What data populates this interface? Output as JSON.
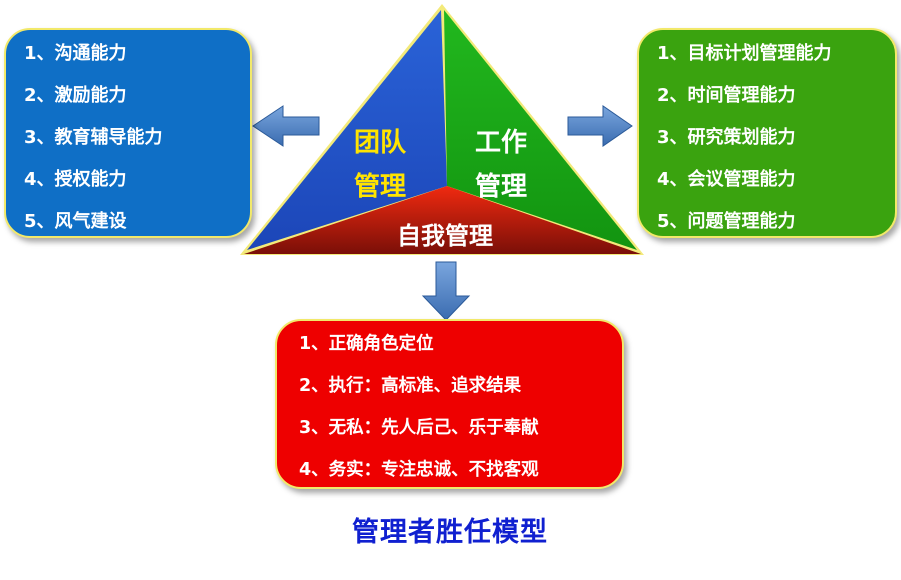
{
  "team_box": {
    "items": [
      "1、沟通能力",
      "2、激励能力",
      "3、教育辅导能力",
      "4、授权能力",
      "5、风气建设"
    ]
  },
  "work_box": {
    "items": [
      "1、目标计划管理能力",
      "2、时间管理能力",
      "3、研究策划能力",
      "4、会议管理能力",
      "5、问题管理能力"
    ]
  },
  "self_box": {
    "items": [
      "1、正确角色定位",
      "2、执行：高标准、追求结果",
      "3、无私：先人后己、乐于奉献",
      "4、务实：专注忠诚、不找客观"
    ]
  },
  "triangle": {
    "team_label_1": "团队",
    "team_label_2": "管理",
    "work_label_1": "工作",
    "work_label_2": "管理",
    "self_label": "自我管理"
  },
  "title": "管理者胜任模型",
  "colors": {
    "team": "#0f6fc6",
    "work": "#3aa30f",
    "self": "#ee0000",
    "border": "#f2e96a",
    "title": "#1020d0",
    "arrow": "#4f86c6"
  }
}
